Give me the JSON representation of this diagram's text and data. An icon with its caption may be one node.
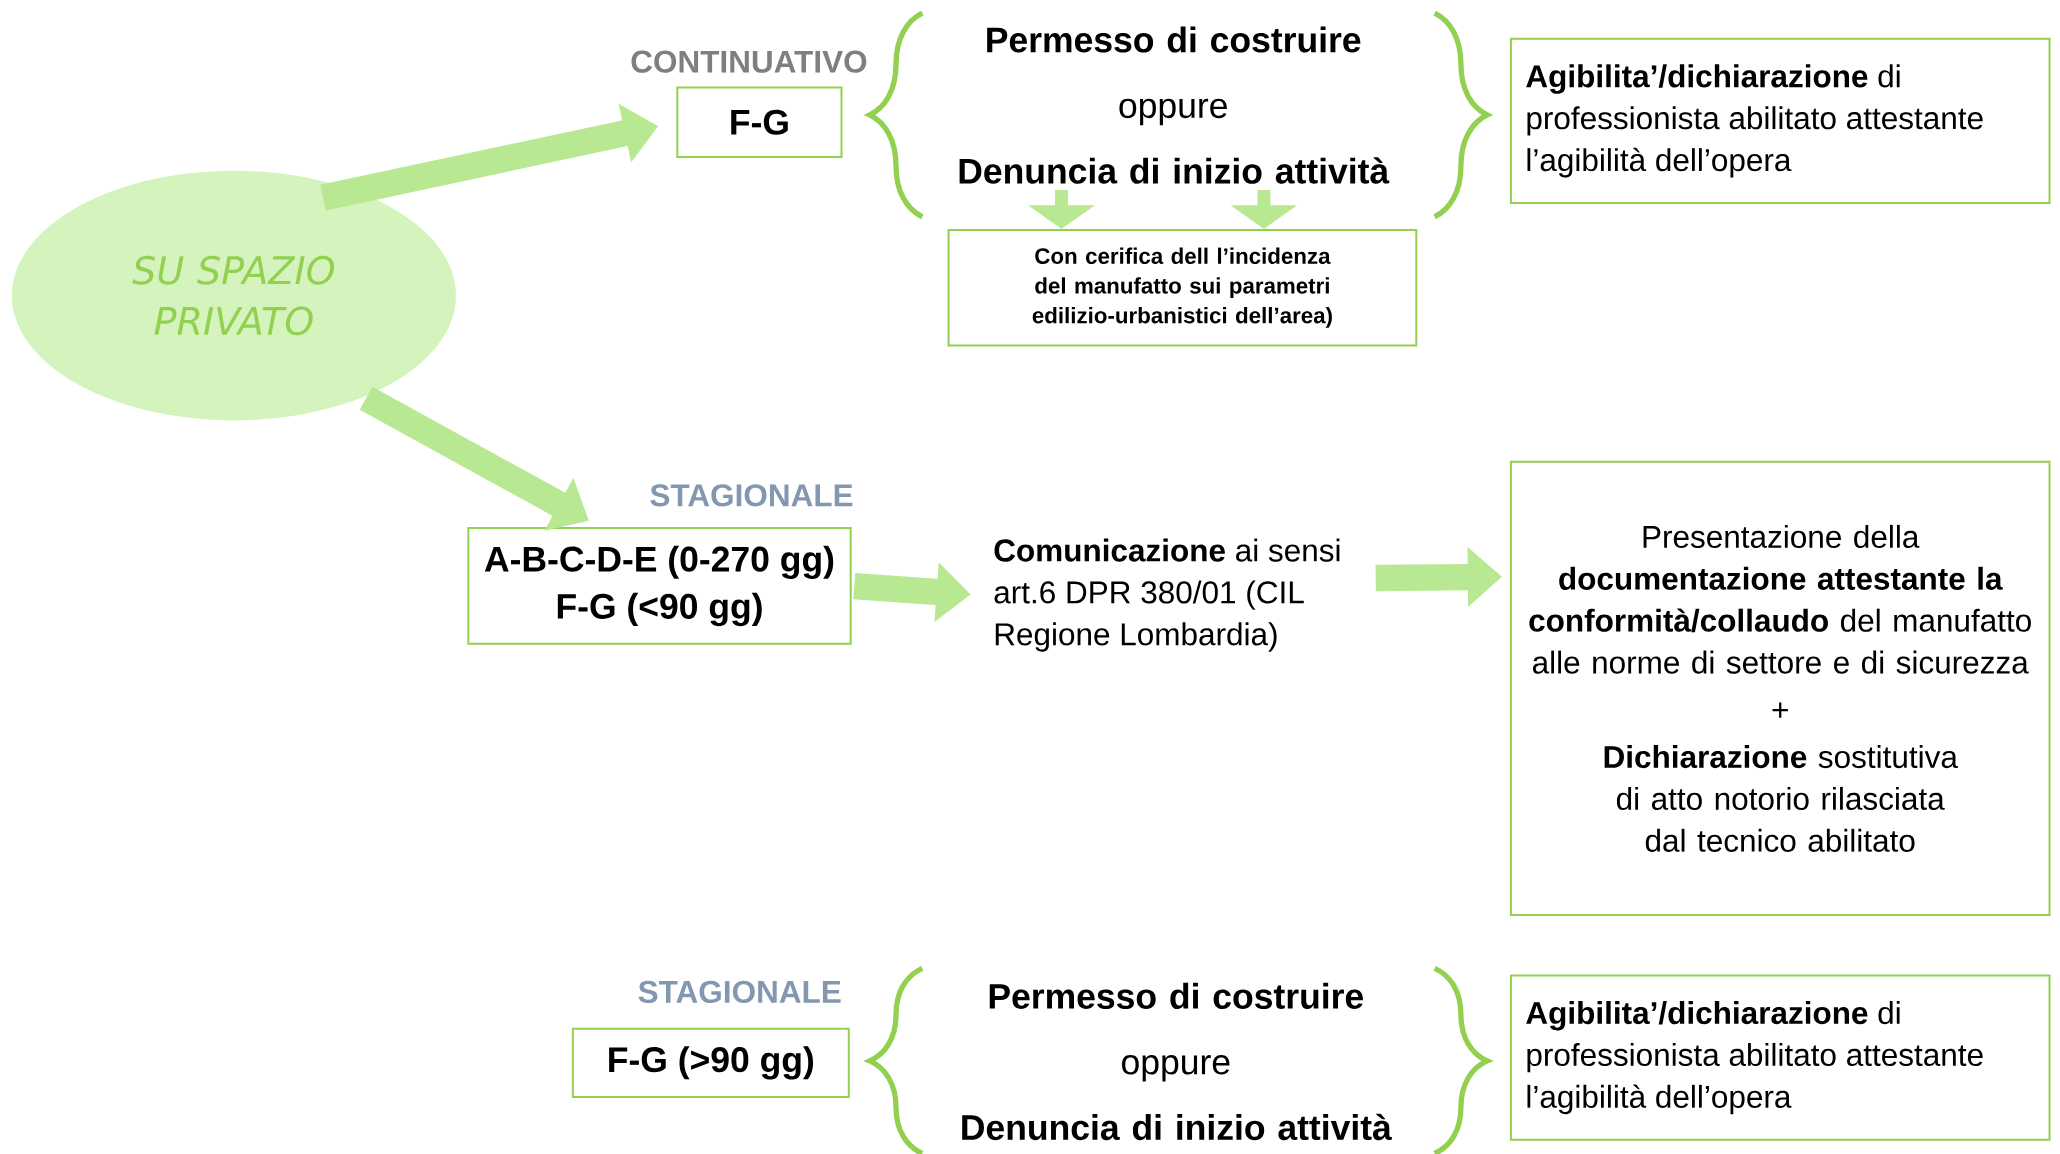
{
  "diagram": {
    "nodes": [
      {
        "text": [
          "SU SPAZIO PRIVATO"
        ]
      },
      {
        "text": [
          "CONTINUATIVO",
          "F-G"
        ]
      },
      {
        "text": [
          "Permesso di costruire",
          "oppure",
          "Denuncia di inizio attività"
        ]
      },
      {
        "text": [
          "**Agibilita’/dichiarazione** di professionista abilitato attestante l’agibilità dell’opera"
        ]
      },
      {
        "text": [
          "Con cerifica dell l’incidenza del manufatto sui parametri edilizio-urbanistici dell’area)"
        ]
      },
      {
        "text": [
          "STAGIONALE",
          "A-B-C-D-E (0-270 gg)",
          "F-G (<90 gg)"
        ]
      },
      {
        "text": [
          "**Comunicazione** ai sensi art.6 DPR 380/01 (CIL Regione Lombardia)"
        ]
      },
      {
        "text": [
          "Presentazione della **documentazione attestante la conformità/collaudo** del manufatto alle norme di settore e di sicurezza",
          "+",
          "**Dichiarazione** sostitutiva di atto notorio rilasciata dal tecnico abilitato"
        ]
      },
      {
        "text": [
          "STAGIONALE",
          "F-G (>90 gg)"
        ]
      },
      {
        "text": [
          "Permesso di costruire",
          "oppure",
          "Denuncia di inizio attività"
        ]
      },
      {
        "text": [
          "**Agibilita’/dichiarazione** di professionista abilitato attestante l’agibilità dell’opera"
        ]
      }
    ],
    "edges": [
      {
        "from": 0,
        "to": 1,
        "arrow": "to"
      },
      {
        "from": 0,
        "to": 5,
        "arrow": "to"
      },
      {
        "from": 2,
        "to": 4,
        "arrow": "to"
      },
      {
        "from": 2,
        "to": 4,
        "arrow": "to"
      },
      {
        "from": 5,
        "to": 6,
        "arrow": "to"
      },
      {
        "from": 6,
        "to": 7,
        "arrow": "to"
      }
    ]
  }
}
